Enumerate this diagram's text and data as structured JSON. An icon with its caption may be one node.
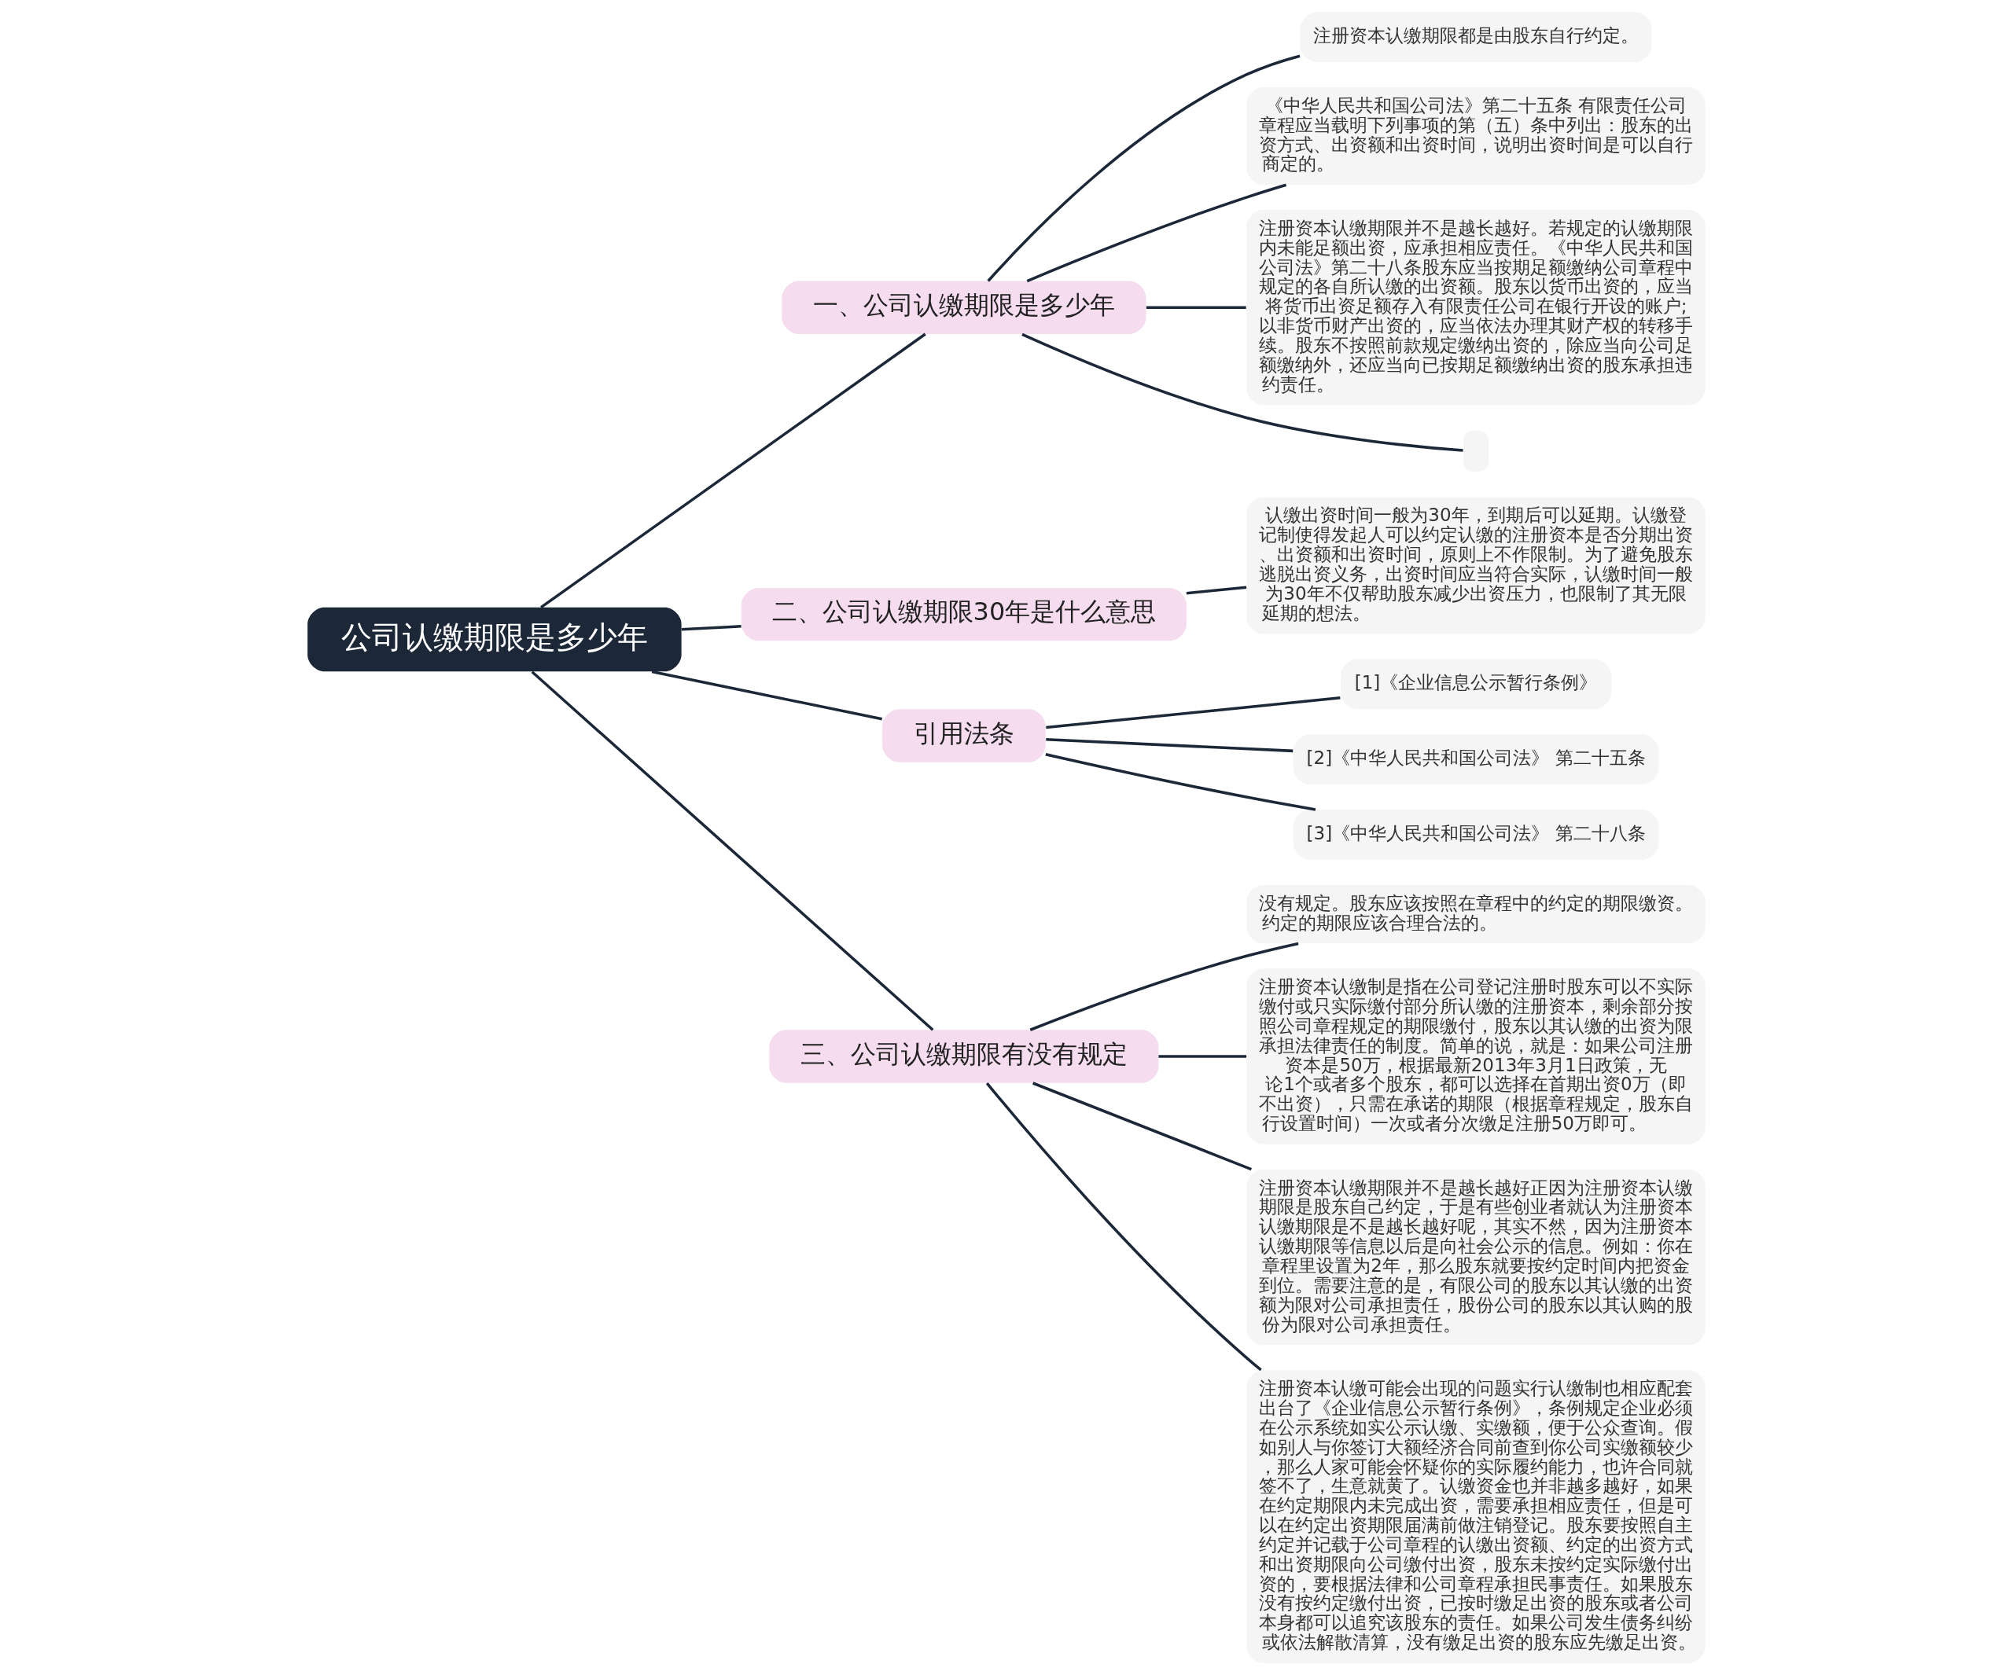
{
  "diagram": {
    "nodes": [
      {
        "text": [
          "公司认缴期限是多少年"
        ]
      },
      {
        "text": [
          "一、公司认缴期限是多少年"
        ]
      },
      {
        "text": [
          "注册资本认缴期限都是由股东自行约定。"
        ]
      },
      {
        "text": [
          "《中华人民共和国公司法》第二十五条 有限责任公司章程应当载明下列事项的第（五）条中列出：股东的出资方式、出资额和出资时间，说明出资时间是可以自行商定的。"
        ]
      },
      {
        "text": [
          "注册资本认缴期限并不是越长越好。若规定的认缴期限内未能足额出资，应承担相应责任。《中华人民共和国公司法》第二十八条股东应当按期足额缴纳公司章程中规定的各自所认缴的出资额。股东以货币出资的，应当将货币出资足额存入有限责任公司在银行开设的账户;以非货币财产出资的，应当依法办理其财产权的转移手续。股东不按照前款规定缴纳出资的，除应当向公司足额缴纳外，还应当向已按期足额缴纳出资的股东承担违约责任。"
        ]
      },
      {
        "text": [],
        "shape": "box"
      },
      {
        "text": [
          "二、公司认缴期限30年是什么意思"
        ]
      },
      {
        "text": [
          "认缴出资时间一般为30年，到期后可以延期。认缴登记制使得发起人可以约定认缴的注册资本是否分期出资、出资额和出资时间，原则上不作限制。为了避免股东逃脱出资义务，出资时间应当符合实际，认缴时间一般为30年不仅帮助股东减少出资压力，也限制了其无限延期的想法。"
        ]
      },
      {
        "text": [
          "引用法条"
        ]
      },
      {
        "text": [
          "[1]《企业信息公示暂行条例》"
        ]
      },
      {
        "text": [
          "[2]《中华人民共和国公司法》 第二十五条"
        ]
      },
      {
        "text": [
          "[3]《中华人民共和国公司法》 第二十八条"
        ]
      },
      {
        "text": [
          "三、公司认缴期限有没有规定"
        ]
      },
      {
        "text": [
          "没有规定。股东应该按照在章程中的约定的期限缴资。约定的期限应该合理合法的。"
        ]
      },
      {
        "text": [
          "注册资本认缴制是指在公司登记注册时股东可以不实际缴付或只实际缴付部分所认缴的注册资本，剩余部分按照公司章程规定的期限缴付，股东以其认缴的出资为限承担法律责任的制度。简单的说，就是：如果公司注册资本是50万，根据最新2013年3月1日政策，无论1个或者多个股东，都可以选择在首期出资0万（即不出资），只需在承诺的期限（根据章程规定，股东自行设置时间）一次或者分次缴足注册50万即可。"
        ]
      },
      {
        "text": [
          "注册资本认缴期限并不是越长越好正因为注册资本认缴期限是股东自己约定，于是有些创业者就认为注册资本认缴期限是不是越长越好呢，其实不然，因为注册资本认缴期限等信息以后是向社会公示的信息。例如：你在章程里设置为2年，那么股东就要按约定时间内把资金到位。需要注意的是，有限公司的股东以其认缴的出资额为限对公司承担责任，股份公司的股东以其认购的股份为限对公司承担责任。"
        ]
      },
      {
        "text": [
          "注册资本认缴可能会出现的问题实行认缴制也相应配套出台了《企业信息公示暂行条例》，条例规定企业必须在公示系统如实公示认缴、实缴额，便于公众查询。假如别人与你签订大额经济合同前查到你公司实缴额较少，那么人家可能会怀疑你的实际履约能力，也许合同就签不了，生意就黄了。认缴资金也并非越多越好，如果在约定期限内未完成出资，需要承担相应责任，但是可以在约定出资期限届满前做注销登记。股东要按照自主约定并记载于公司章程的认缴出资额、约定的出资方式和出资期限向公司缴付出资，股东未按约定实际缴付出资的，要根据法律和公司章程承担民事责任。如果股东没有按约定缴付出资，已按时缴足出资的股东或者公司本身都可以追究该股东的责任。如果公司发生债务纠纷或依法解散清算，没有缴足出资的股东应先缴足出资。"
        ]
      }
    ],
    "edges": [
      {
        "from": 0,
        "to": 1,
        "arrow": "none"
      },
      {
        "from": 1,
        "to": 2,
        "arrow": "none"
      },
      {
        "from": 1,
        "to": 3,
        "arrow": "none"
      },
      {
        "from": 1,
        "to": 4,
        "arrow": "none"
      },
      {
        "from": 1,
        "to": 5,
        "arrow": "none"
      },
      {
        "from": 0,
        "to": 6,
        "arrow": "none"
      },
      {
        "from": 6,
        "to": 7,
        "arrow": "none"
      },
      {
        "from": 0,
        "to": 8,
        "arrow": "none"
      },
      {
        "from": 8,
        "to": 9,
        "arrow": "none"
      },
      {
        "from": 8,
        "to": 10,
        "arrow": "none"
      },
      {
        "from": 8,
        "to": 11,
        "arrow": "none"
      },
      {
        "from": 0,
        "to": 12,
        "arrow": "none"
      },
      {
        "from": 12,
        "to": 13,
        "arrow": "none"
      },
      {
        "from": 12,
        "to": 14,
        "arrow": "none"
      },
      {
        "from": 12,
        "to": 15,
        "arrow": "none"
      },
      {
        "from": 12,
        "to": 16,
        "arrow": "none"
      }
    ]
  }
}
